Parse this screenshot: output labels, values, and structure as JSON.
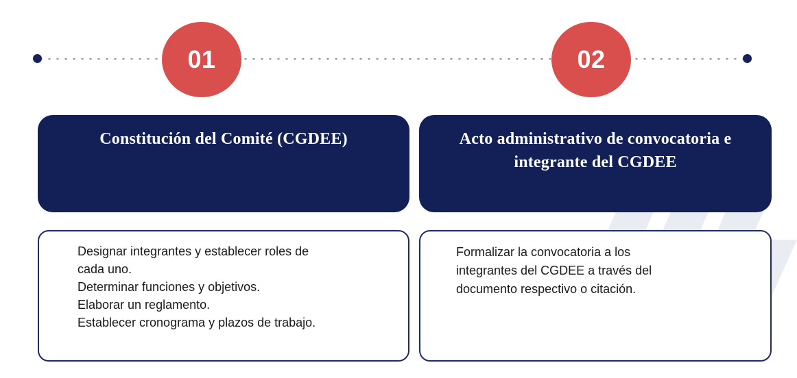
{
  "theme": {
    "navy": "#132057",
    "navy_border": "#1c2b63",
    "red": "#d94f4d",
    "white": "#ffffff",
    "text": "#1a1a1a",
    "watermark": "#eceef3"
  },
  "timeline": {
    "start_dot": "timeline-start-dot",
    "end_dot": "timeline-end-dot",
    "steps": [
      {
        "number": "01"
      },
      {
        "number": "02"
      }
    ]
  },
  "columns": [
    {
      "step": "01",
      "header": "Constitución del Comité (CGDEE)",
      "lines": [
        "Designar integrantes y establecer roles de",
        "cada uno.",
        "Determinar funciones y objetivos.",
        "Elaborar un reglamento.",
        "Establecer cronograma y plazos de trabajo."
      ]
    },
    {
      "step": "02",
      "header": "Acto administrativo de convocatoria e integrante del CGDEE",
      "lines": [
        "Formalizar la convocatoria a los",
        "integrantes del CGDEE a través del",
        "documento respectivo o citación."
      ]
    }
  ]
}
